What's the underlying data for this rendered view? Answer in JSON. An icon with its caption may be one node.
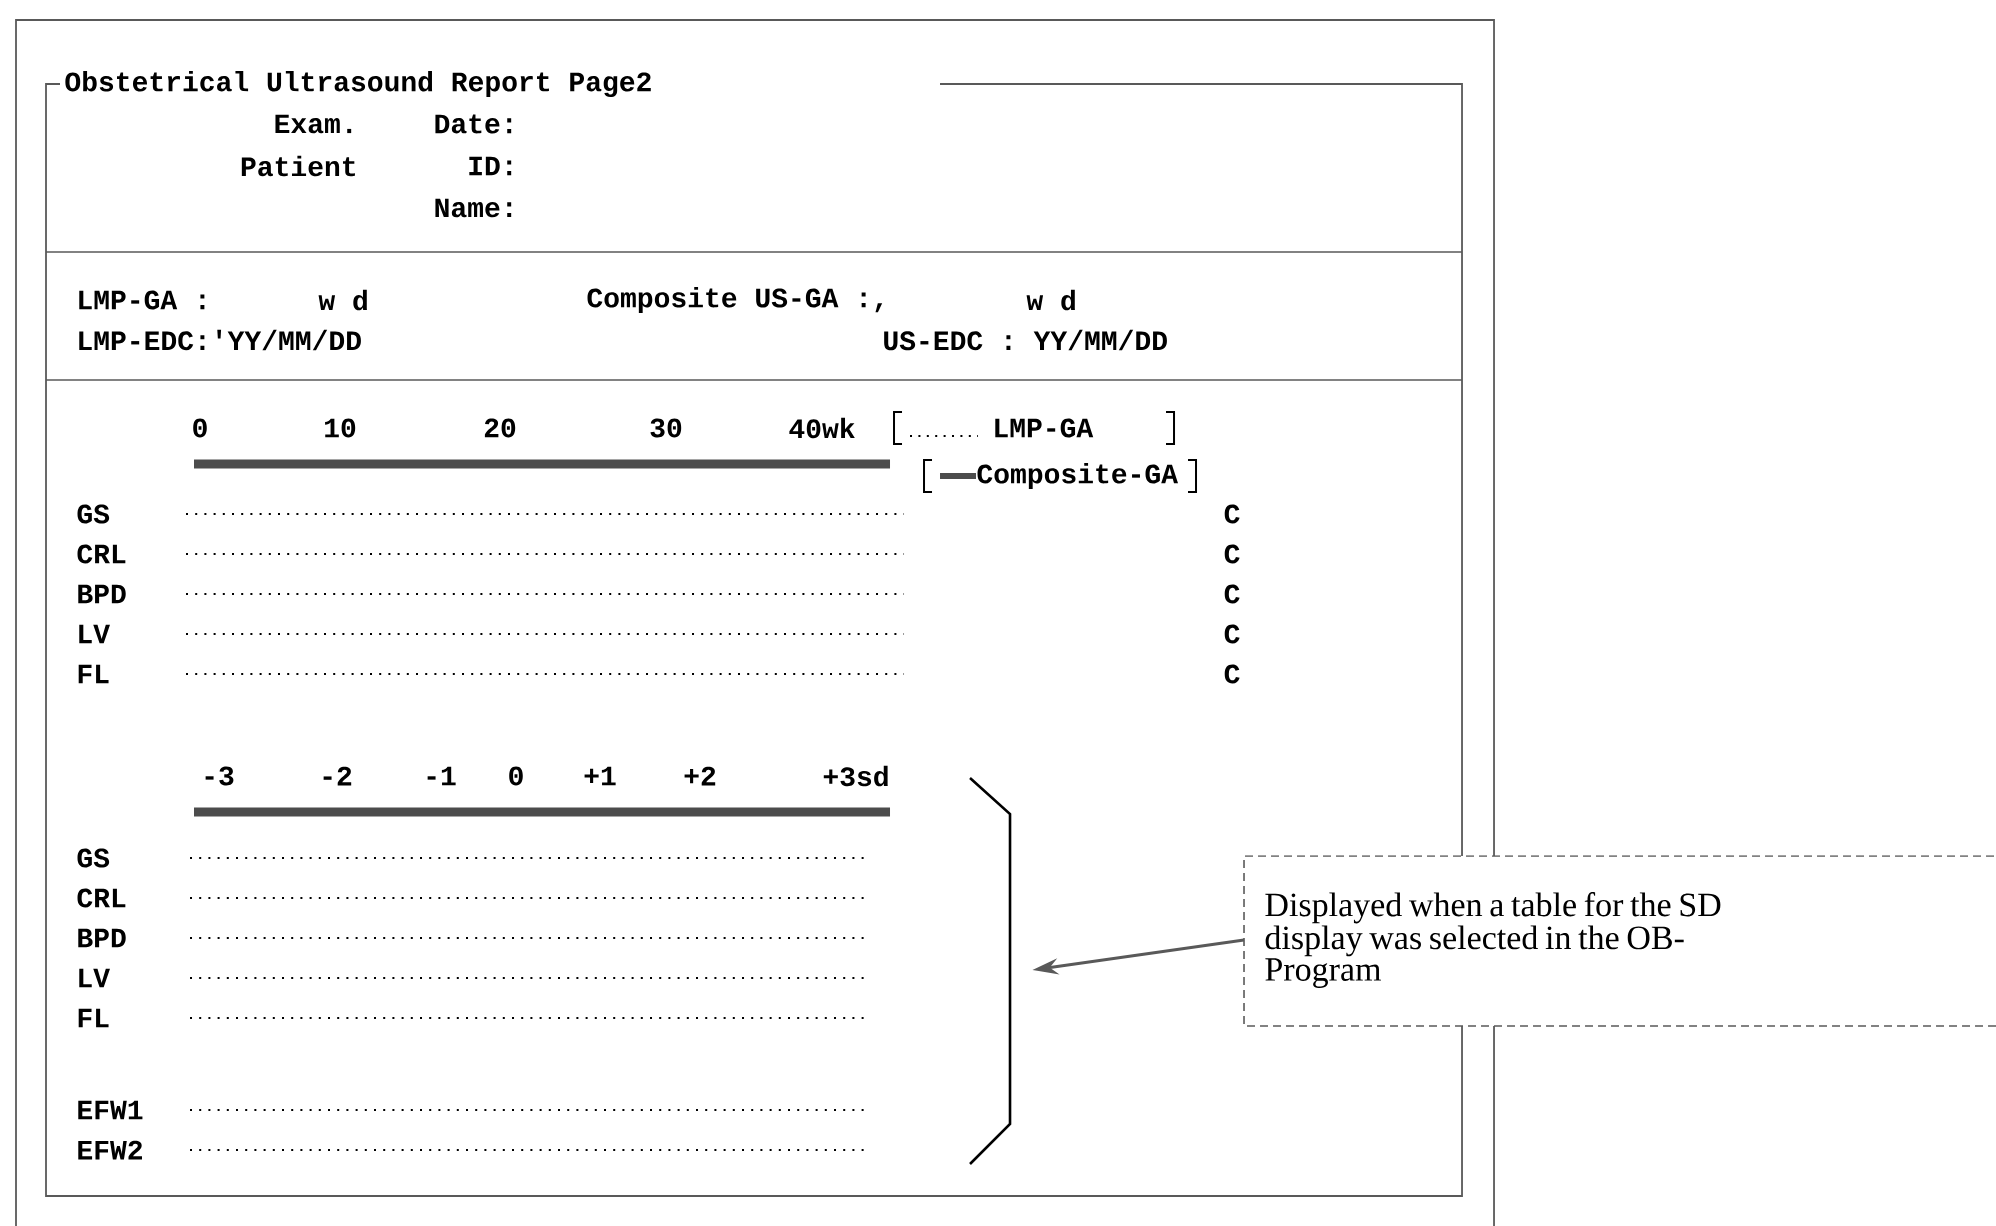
{
  "diagram": {
    "title": "Obstetrical Ultrasound Report Page2",
    "nodes": [
      {
        "text": [
          "Displayed when a table for the SD display was selected in the OB-Program"
        ]
      },
      {
        "text": [],
        "shape": "bracket"
      }
    ],
    "edges": [
      {
        "from": 0,
        "to": 1,
        "arrow": "to"
      }
    ],
    "labels": [
      "Exam.",
      "Date:",
      "Patient",
      "ID:",
      "Name:",
      "LMP-GA :",
      "w d",
      "Composite US-GA :,",
      "w d",
      "LMP-EDC:'YY/MM/DD",
      "US-EDC : YY/MM/DD",
      "0",
      "10",
      "20",
      "30",
      "40wk",
      "GS",
      "CRL",
      "BPD",
      "LV",
      "FL",
      "C",
      "C",
      "C",
      "C",
      "C",
      "-3",
      "-2",
      "-1",
      "0",
      "+1",
      "+2",
      "+3sd",
      "GS",
      "CRL",
      "BPD",
      "LV",
      "FL",
      "EFW1",
      "EFW2"
    ],
    "legend": [
      {
        "text": "LMP-GA"
      },
      {
        "text": "Composite-GA"
      }
    ]
  }
}
